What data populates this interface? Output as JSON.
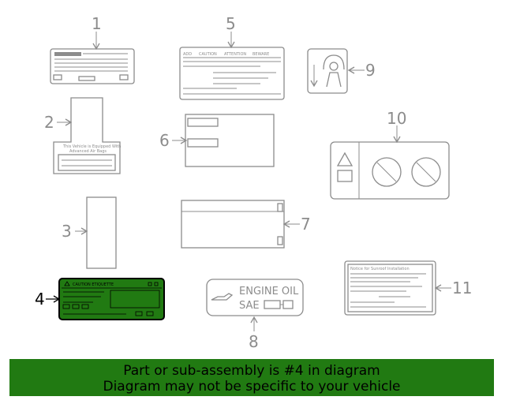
{
  "callouts": {
    "c1": "1",
    "c2": "2",
    "c3": "3",
    "c4": "4",
    "c5": "5",
    "c6": "6",
    "c7": "7",
    "c8": "8",
    "c9": "9",
    "c10": "10",
    "c11": "11"
  },
  "label5_text": {
    "add": "ADD",
    "caution": "CAUTION",
    "attention": "ATTENTION",
    "beware": "BEWARE"
  },
  "label2_text": {
    "line1": "This Vehicle is Equipped With",
    "line2": "Advanced Air Bags"
  },
  "label4_text": {
    "header": "CAUTION ETIQUETTE"
  },
  "label8_text": {
    "line1": "ENGINE OIL",
    "line2": "SAE"
  },
  "label11_text": {
    "header": "Notice for Sunroof Installation"
  },
  "highlight_color": "#217a12",
  "banner": {
    "line1": "Part or sub-assembly is #4 in diagram",
    "line2": "Diagram may not be specific to your vehicle"
  }
}
